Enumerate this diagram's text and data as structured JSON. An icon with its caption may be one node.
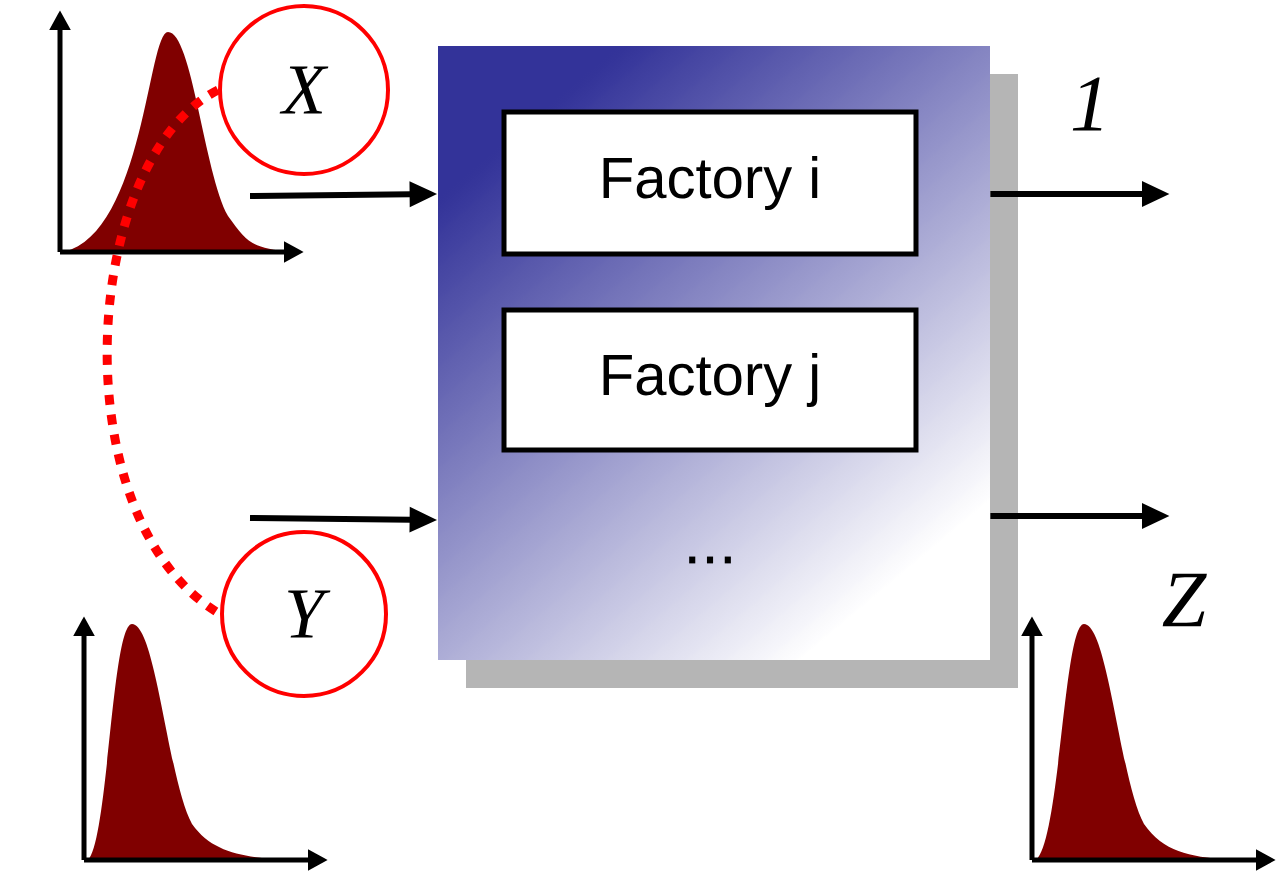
{
  "diagram": {
    "nodes": [
      {
        "text": [],
        "shape": "box"
      },
      {
        "text": [
          "Factory i"
        ],
        "in": 0
      },
      {
        "text": [
          "Factory j"
        ],
        "in": 0
      },
      {
        "text": [
          "X"
        ]
      },
      {
        "text": [
          "Y"
        ]
      }
    ],
    "edges": [
      {
        "from": 3,
        "to": 0,
        "arrow": "to"
      },
      {
        "from": 4,
        "to": 0,
        "arrow": "to"
      },
      {
        "from": 0,
        "to": null,
        "arrow": "to"
      },
      {
        "from": 0,
        "to": null,
        "arrow": "to"
      },
      {
        "from": 3,
        "to": 4,
        "arrow": "none",
        "style": "dashed",
        "color": "#ff0000"
      }
    ],
    "labels": [
      "...",
      "1",
      "Z"
    ]
  }
}
